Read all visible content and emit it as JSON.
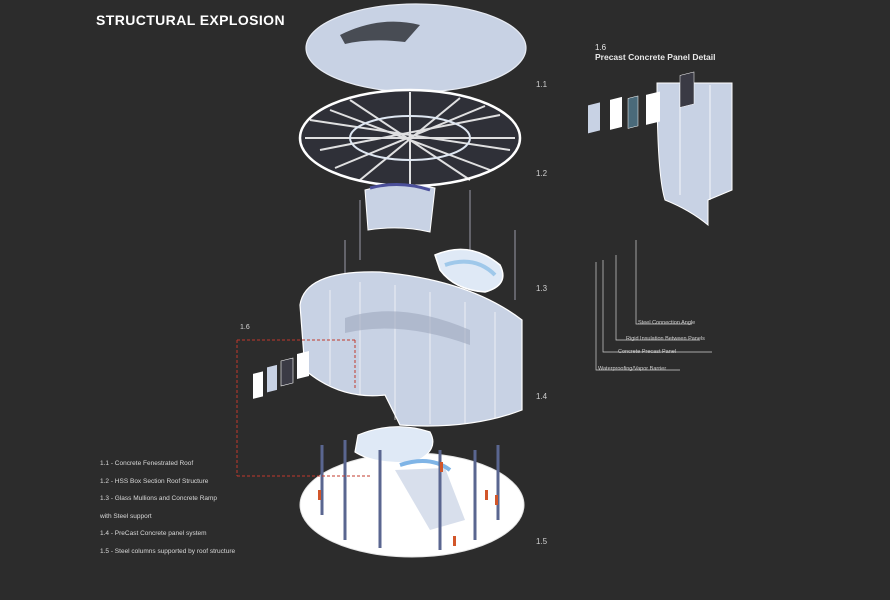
{
  "title": "STRUCTURAL EXPLOSION",
  "levels": [
    "1.1",
    "1.2",
    "1.3",
    "1.4",
    "1.5"
  ],
  "detail": {
    "number": "1.6",
    "title": "Precast Concrete Panel Detail",
    "annotations": [
      "Steel Connection Angle",
      "Rigid Insulation Between Panels",
      "Concrete Precast Panel",
      "Waterproofing/Vapor Barrier"
    ]
  },
  "detail_marker": "1.6",
  "legend": [
    "1.1 - Concrete Fenestrated Roof",
    "1.2 - HSS Box Section Roof Structure",
    "1.3 - Glass Mullions and Concrete Ramp",
    "with Steel support",
    "1.4 - PreCast Concrete panel system",
    "1.5 - Steel columns supported by roof structure"
  ],
  "colors": {
    "background": "#2c2c2c",
    "panel": "#c8d2e4",
    "structure": "#ffffff",
    "figure": "#d2562a",
    "column": "#5a6690",
    "detail_leader": "#c0392b"
  }
}
